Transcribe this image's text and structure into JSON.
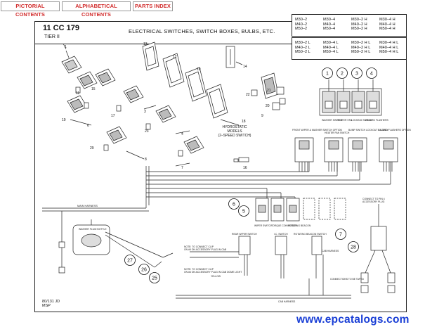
{
  "nav": {
    "pictorial": "PICTORIAL CONTENTS",
    "alphabetical": "ALPHABETICAL CONTENTS",
    "parts_index": "PARTS INDEX"
  },
  "header": {
    "code": "11 CC 179",
    "tier": "TIER II",
    "title": "ELECTRICAL SWITCHES, SWITCH BOXES, BULBS, ETC."
  },
  "models": {
    "top": [
      [
        "M30–2",
        "M40–2",
        "M50–2"
      ],
      [
        "M30–4",
        "M40–4",
        "M50–4"
      ],
      [
        "M30–2 H",
        "M40–2 H",
        "M50–2 H"
      ],
      [
        "M30–4 H",
        "M40–4 H",
        "M50–4 H"
      ]
    ],
    "bottom": [
      [
        "M30–2 L",
        "M40–2 L",
        "M50–2 L"
      ],
      [
        "M30–4 L",
        "M40–4 L",
        "M50–4 L"
      ],
      [
        "M30–2 H L",
        "M40–2 H L",
        "M50–2 H L"
      ],
      [
        "M30–4 H L",
        "M40–4 H L",
        "M50–4 H L"
      ]
    ]
  },
  "hydrostatic": [
    "HYDROSTATIC",
    "MODELS",
    "(2–SPEED SWITCH)"
  ],
  "switch_labels": {
    "washer": "WASHER SWITCH",
    "heater": "HEATER FAN",
    "locking": "LOCKING SWITCH",
    "hazard": "HAZARD FLASHERS",
    "front_wiper": "FRONT WIPER & WASHER SWITCH OPTION",
    "heater_fan": "HEATER FAN SWITCH",
    "bump": "BUMP SWITCH LOCKOUT 3 L ONLY",
    "hazard_opt": "HAZARD FLASHERS OPTION",
    "wiper": "WIPER SWITCH",
    "torque": "TORQUE CONVERTER",
    "rotating": "ROTATING BEACON",
    "rear_wiper": "REAR WIPER SWITCH",
    "ic_switch": "I.C. SWITCH",
    "rot_beacon_sw": "ROTATING BEACON SWITCH",
    "cab_harness": "CAB HARNESS",
    "cab_harness2": "CAB HARNESS",
    "main_harness": "MAIN HARNESS",
    "washer_bottle": "WASHER FLUID BOTTLE",
    "note1a": "NOTE: TO CONNECT CLIP",
    "note1b": "ON #5 ON ACCESSORY PLUG IN CAB",
    "note2a": "NOTE: TO CONNECT CLIP",
    "note2b": "ON #6 ON ACCESSORY PLUG IN CAB DOME LIGHT",
    "note2c": "YELLOW",
    "tapes": "CONNECTIONS TO BE TAPED",
    "connect_a": "CONNECT TO PIN 4",
    "connect_b": "ACCESSORY PLUG"
  },
  "callouts": [
    "1",
    "2",
    "3",
    "4",
    "5",
    "6",
    "7",
    "8",
    "9",
    "10",
    "11",
    "12",
    "13",
    "14",
    "15",
    "16",
    "17",
    "18",
    "19",
    "20",
    "21",
    "22",
    "23",
    "24",
    "25",
    "26",
    "27",
    "28",
    "29"
  ],
  "doc_id": [
    "80/131 JD",
    "MSP"
  ],
  "watermark": "www.epcatalogs.com"
}
